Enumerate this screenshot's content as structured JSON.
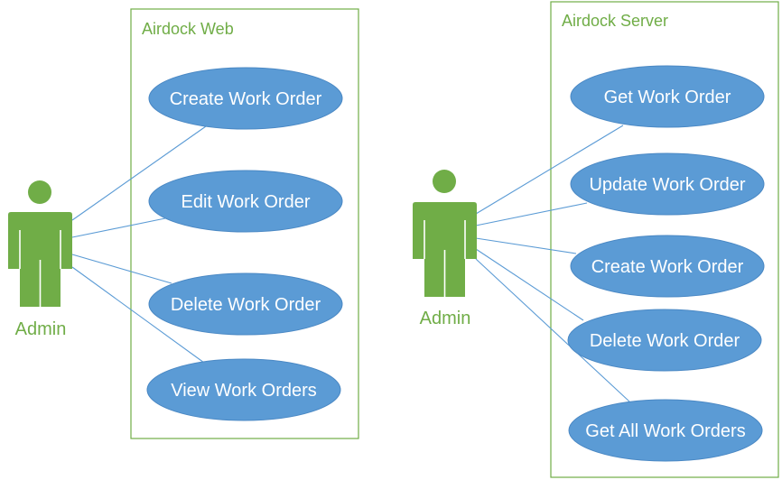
{
  "colors": {
    "boundary": "#70ad47",
    "actor": "#70ad47",
    "usecase_fill": "#5b9bd5",
    "usecase_text": "#ffffff",
    "line": "#5b9bd5"
  },
  "web": {
    "title": "Airdock Web",
    "actor": "Admin",
    "use_cases": [
      "Create Work Order",
      "Edit Work Order",
      "Delete Work Order",
      "View Work Orders"
    ]
  },
  "server": {
    "title": "Airdock Server",
    "actor": "Admin",
    "use_cases": [
      "Get Work Order",
      "Update Work Order",
      "Create Work Order",
      "Delete Work Order",
      "Get All Work Orders"
    ]
  }
}
